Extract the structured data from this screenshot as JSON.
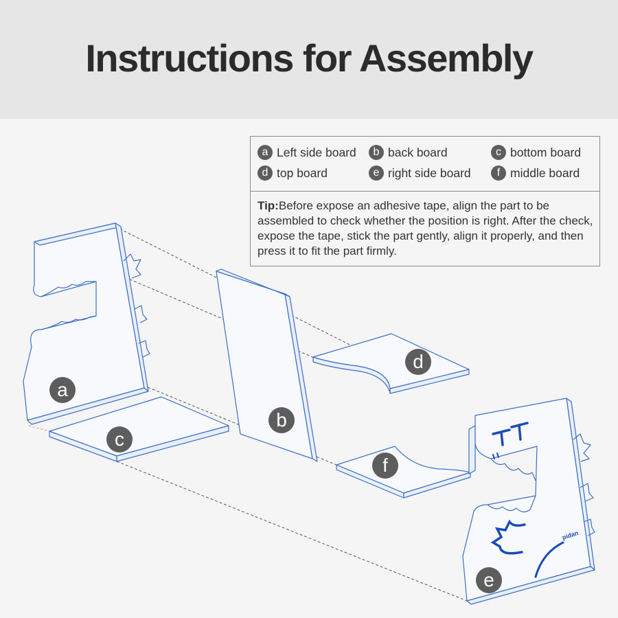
{
  "title": "Instructions for Assembly",
  "legend": [
    {
      "letter": "a",
      "label": "Left side board"
    },
    {
      "letter": "b",
      "label": "back board"
    },
    {
      "letter": "c",
      "label": "bottom board"
    },
    {
      "letter": "d",
      "label": "top board"
    },
    {
      "letter": "e",
      "label": "right side board"
    },
    {
      "letter": "f",
      "label": "middle board"
    }
  ],
  "tip": {
    "prefix": "Tip:",
    "text": "Before expose an adhesive tape, align the part to be assembled to check whether the position is right. After the check, expose the tape, stick the part gently, align it properly, and then press it to fit the part firmly."
  },
  "parts": {
    "a": "a",
    "b": "b",
    "c": "c",
    "d": "d",
    "e": "e",
    "f": "f"
  },
  "brand_text": "pidan",
  "colors": {
    "header_bg": "#e6e6e6",
    "background": "#f5f5f5",
    "line": "#3a6fc4",
    "badge": "#5d5d5d",
    "decor": "#1a4cb8"
  }
}
